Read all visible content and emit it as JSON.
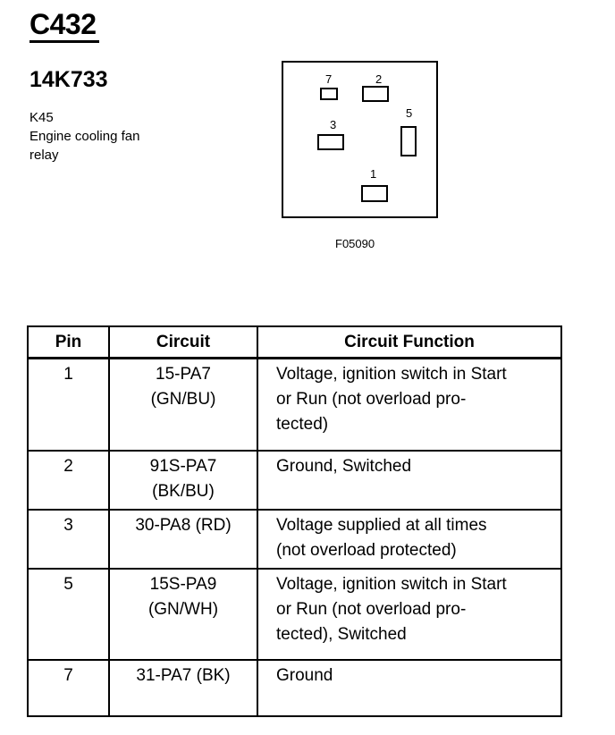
{
  "connector": {
    "id": "C432",
    "part_number": "14K733",
    "component_code": "K45",
    "component_name_line1": "Engine cooling fan",
    "component_name_line2": "relay"
  },
  "diagram": {
    "figure_code": "F05090",
    "pins": [
      {
        "label": "7"
      },
      {
        "label": "2"
      },
      {
        "label": "3"
      },
      {
        "label": "5"
      },
      {
        "label": "1"
      }
    ]
  },
  "table": {
    "headers": {
      "pin": "Pin",
      "circuit": "Circuit",
      "function": "Circuit Function"
    },
    "rows": [
      {
        "pin": "1",
        "circuit_line1": "15-PA7",
        "circuit_line2": "(GN/BU)",
        "function_line1": "Voltage, ignition switch in Start",
        "function_line2": "or Run (not overload pro-",
        "function_line3": "tected)"
      },
      {
        "pin": "2",
        "circuit_line1": "91S-PA7",
        "circuit_line2": "(BK/BU)",
        "function_line1": "Ground, Switched",
        "function_line2": "",
        "function_line3": ""
      },
      {
        "pin": "3",
        "circuit_line1": "30-PA8 (RD)",
        "circuit_line2": "",
        "function_line1": "Voltage supplied at all times",
        "function_line2": "(not overload protected)",
        "function_line3": ""
      },
      {
        "pin": "5",
        "circuit_line1": "15S-PA9",
        "circuit_line2": "(GN/WH)",
        "function_line1": "Voltage, ignition switch in Start",
        "function_line2": "or Run (not overload pro-",
        "function_line3": "tected), Switched"
      },
      {
        "pin": "7",
        "circuit_line1": "31-PA7 (BK)",
        "circuit_line2": "",
        "function_line1": "Ground",
        "function_line2": "",
        "function_line3": ""
      }
    ]
  }
}
